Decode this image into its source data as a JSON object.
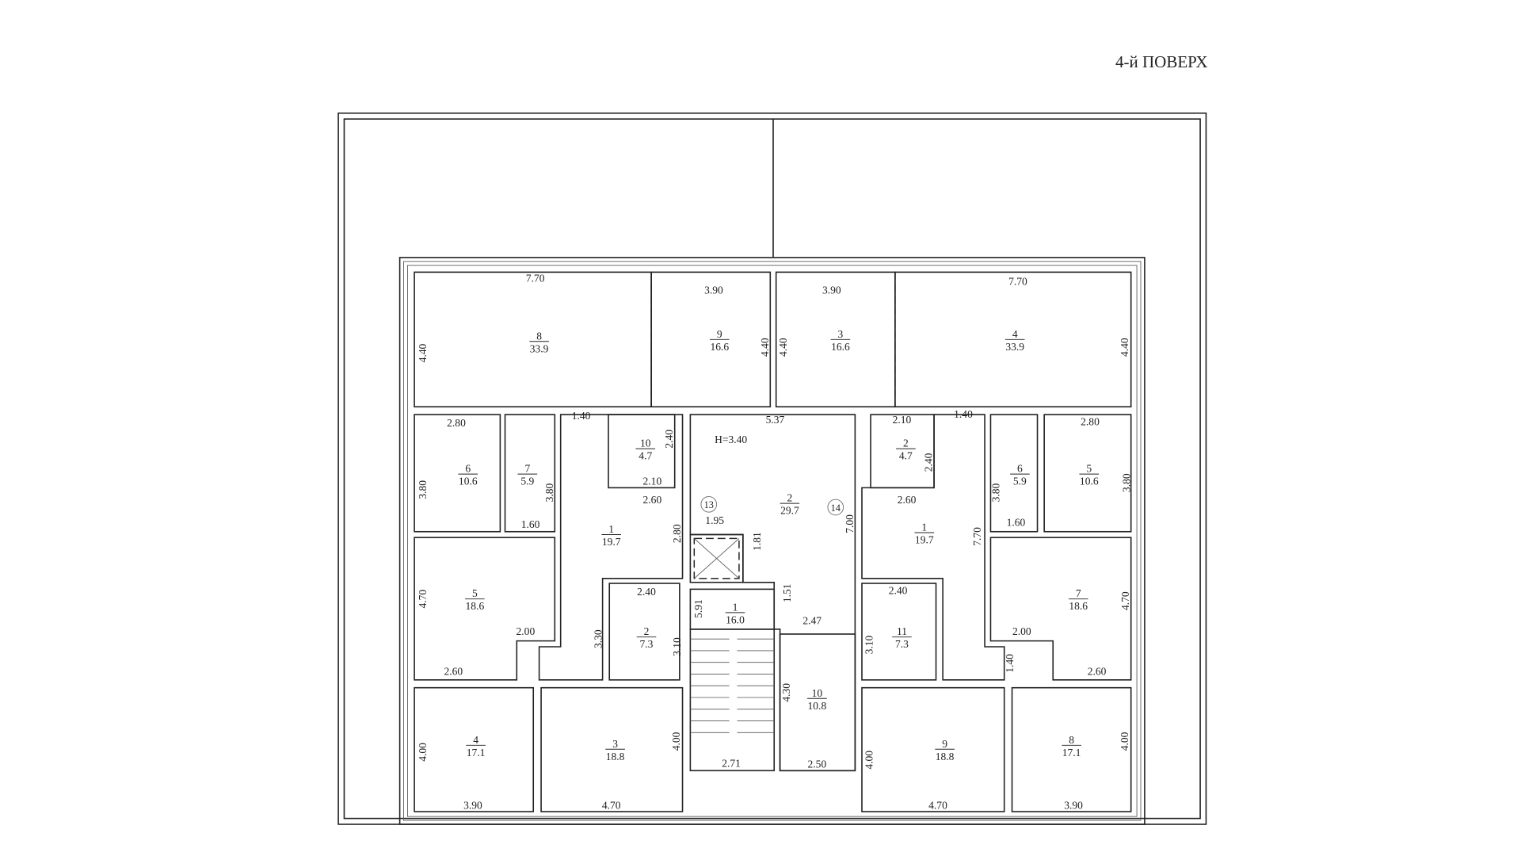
{
  "title": "4-й ПОВЕРХ",
  "height_label": "H=3.40",
  "markers": [
    "13",
    "14"
  ],
  "rooms": [
    {
      "number": "8",
      "area": "33.9"
    },
    {
      "number": "9",
      "area": "16.6"
    },
    {
      "number": "3",
      "area": "16.6"
    },
    {
      "number": "4",
      "area": "33.9"
    },
    {
      "number": "6",
      "area": "10.6"
    },
    {
      "number": "7",
      "area": "5.9"
    },
    {
      "number": "10",
      "area": "4.7"
    },
    {
      "number": "2",
      "area": "29.7"
    },
    {
      "number": "2",
      "area": "4.7"
    },
    {
      "number": "6",
      "area": "5.9"
    },
    {
      "number": "5",
      "area": "10.6"
    },
    {
      "number": "1",
      "area": "19.7"
    },
    {
      "number": "1",
      "area": "19.7"
    },
    {
      "number": "5",
      "area": "18.6"
    },
    {
      "number": "2",
      "area": "7.3"
    },
    {
      "number": "1",
      "area": "16.0"
    },
    {
      "number": "11",
      "area": "7.3"
    },
    {
      "number": "7",
      "area": "18.6"
    },
    {
      "number": "10",
      "area": "10.8"
    },
    {
      "number": "4",
      "area": "17.1"
    },
    {
      "number": "3",
      "area": "18.8"
    },
    {
      "number": "9",
      "area": "18.8"
    },
    {
      "number": "8",
      "area": "17.1"
    }
  ],
  "dims_horizontal": [
    "7.70",
    "3.90",
    "3.90",
    "7.70",
    "2.80",
    "1.40",
    "5.37",
    "2.10",
    "1.40",
    "2.80",
    "2.10",
    "2.60",
    "1.95",
    "2.60",
    "1.60",
    "1.60",
    "2.40",
    "2.40",
    "2.47",
    "2.00",
    "2.00",
    "2.60",
    "2.60",
    "2.71",
    "2.50",
    "3.90",
    "4.70",
    "4.70",
    "3.90"
  ],
  "dims_vertical": [
    "4.40",
    "4.40",
    "4.40",
    "4.40",
    "2.40",
    "2.40",
    "3.80",
    "3.80",
    "3.80",
    "3.80",
    "2.80",
    "1.81",
    "7.00",
    "7.70",
    "5.91",
    "1.51",
    "4.70",
    "3.30",
    "3.10",
    "3.10",
    "4.70",
    "1.40",
    "4.30",
    "4.00",
    "4.00",
    "4.00",
    "4.00"
  ]
}
